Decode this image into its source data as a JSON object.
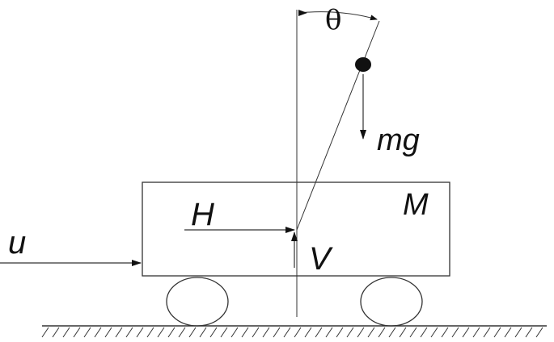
{
  "labels": {
    "theta": "θ",
    "mg": "mg",
    "M": "M",
    "H": "H",
    "V": "V",
    "u": "u"
  },
  "colors": {
    "stroke": "#333333",
    "ink": "#111111",
    "background": "#ffffff"
  }
}
